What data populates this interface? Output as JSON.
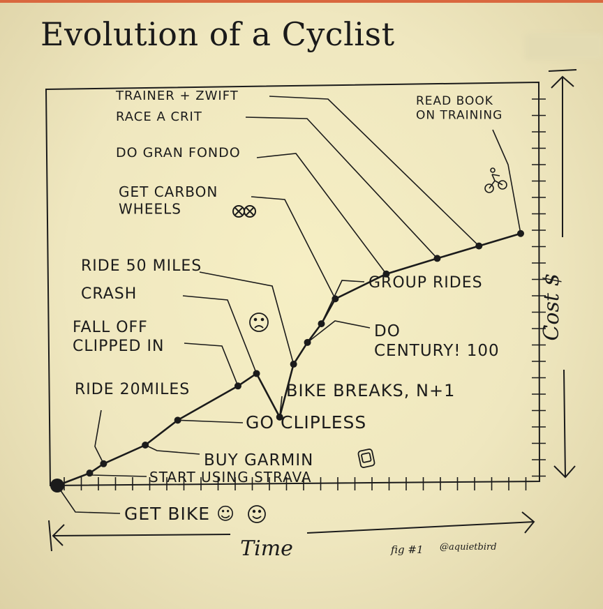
{
  "title": "Evolution of a Cyclist",
  "credit": {
    "fig": "fig #1",
    "handle": "@aquietbird"
  },
  "chart_data": {
    "type": "line",
    "xlabel": "Time",
    "ylabel": "Cost $",
    "xlim": [
      0,
      100
    ],
    "ylim": [
      0,
      100
    ],
    "grid": false,
    "series": [
      {
        "points": [
          {
            "x": 0,
            "y": 0
          },
          {
            "x": 7,
            "y": 4
          },
          {
            "x": 10,
            "y": 7
          },
          {
            "x": 19,
            "y": 13
          },
          {
            "x": 26,
            "y": 21
          },
          {
            "x": 39,
            "y": 32
          },
          {
            "x": 43,
            "y": 36
          },
          {
            "x": 48,
            "y": 22
          },
          {
            "x": 51,
            "y": 39
          },
          {
            "x": 54,
            "y": 46
          },
          {
            "x": 57,
            "y": 52
          },
          {
            "x": 60,
            "y": 60
          },
          {
            "x": 71,
            "y": 68
          },
          {
            "x": 82,
            "y": 73
          },
          {
            "x": 91,
            "y": 77
          },
          {
            "x": 100,
            "y": 81
          }
        ]
      }
    ],
    "annotations": [
      {
        "text": "GET BIKE ☺",
        "x": 0,
        "y": 0
      },
      {
        "text": "START USING STRAVA",
        "x": 7,
        "y": 4
      },
      {
        "text": "RIDE 20MILES",
        "x": 10,
        "y": 7
      },
      {
        "text": "BUY GARMIN",
        "x": 19,
        "y": 13
      },
      {
        "text": "GO CLIPLESS",
        "x": 26,
        "y": 21
      },
      {
        "text": "FALL OFF CLIPPED IN",
        "x": 39,
        "y": 32
      },
      {
        "text": "CRASH",
        "x": 43,
        "y": 36
      },
      {
        "text": "BIKE BREAKS, N+1",
        "x": 48,
        "y": 22
      },
      {
        "text": "RIDE 50 MILES",
        "x": 51,
        "y": 39
      },
      {
        "text": "DO CENTURY! 100",
        "x": 54,
        "y": 46
      },
      {
        "text": "GROUP RIDES",
        "x": 57,
        "y": 52
      },
      {
        "text": "GET CARBON WHEELS",
        "x": 60,
        "y": 60
      },
      {
        "text": "DO GRAN FONDO",
        "x": 71,
        "y": 68
      },
      {
        "text": "RACE A CRIT",
        "x": 82,
        "y": 73
      },
      {
        "text": "TRAINER + ZWIFT",
        "x": 91,
        "y": 77
      },
      {
        "text": "READ BOOK ON TRAINING",
        "x": 100,
        "y": 81
      }
    ]
  }
}
